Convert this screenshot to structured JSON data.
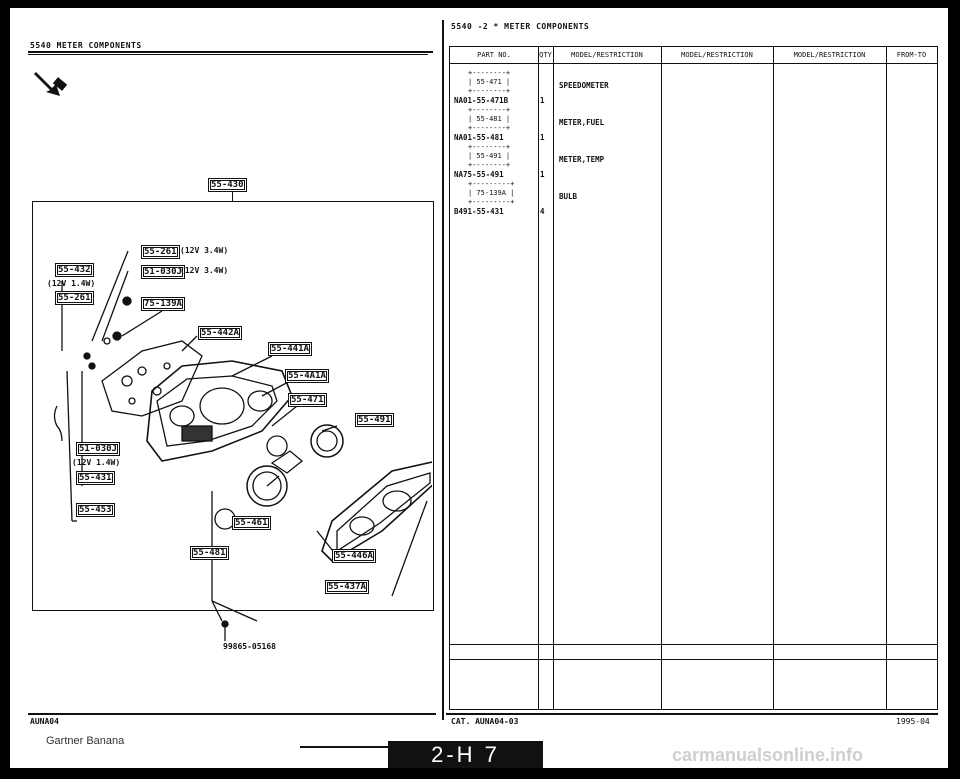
{
  "left_header": "5540    METER COMPONENTS",
  "right_header": "5540  -2 *  METER COMPONENTS",
  "table": {
    "headers": [
      "PART NO.",
      "QTY",
      "MODEL/RESTRICTION",
      "MODEL/RESTRICTION",
      "MODEL/RESTRICTION",
      "FROM-TO"
    ],
    "rows": [
      {
        "ref": "55-471",
        "part_no": "NA01-55-471B",
        "qty": "1",
        "description": "SPEEDOMETER"
      },
      {
        "ref": "55-481",
        "part_no": "NA01-55-481",
        "qty": "1",
        "description": "METER,FUEL"
      },
      {
        "ref": "55-491",
        "part_no": "NA75-55-491",
        "qty": "1",
        "description": "METER,TEMP"
      },
      {
        "ref": "75-139A",
        "part_no": "B491-55-431",
        "qty": "4",
        "description": "BULB"
      }
    ]
  },
  "diagram": {
    "callouts": {
      "c_55_430": "55-430",
      "c_55_261a": "55-261",
      "c_51_030j_a": "51-030J",
      "c_55_432": "55-432",
      "c_55_261b": "55-261",
      "c_75_139a": "75-139A",
      "c_55_442a": "55-442A",
      "c_55_441a": "55-441A",
      "c_55_4a1a": "55-4A1A",
      "c_55_471": "55-471",
      "c_55_491": "55-491",
      "c_51_030j_b": "51-030J",
      "c_55_431": "55-431",
      "c_55_453": "55-453",
      "c_55_461": "55-461",
      "c_55_481": "55-481",
      "c_55_446a": "55-446A",
      "c_55_437a": "55-437A"
    },
    "notes": {
      "n1": "(12V 3.4W)",
      "n2": "(12V 3.4W)",
      "n3": "(12V 1.4W)",
      "n4": "(12V 1.4W)"
    },
    "screw_part": "99865-05168"
  },
  "footer": {
    "left_code": "AUNA04",
    "catalog": "CAT. AUNA04-03",
    "date": "1995-04",
    "page_label": "2-H 7",
    "watermark": "Gartner Banana",
    "site": "carmanualsonline.info"
  }
}
